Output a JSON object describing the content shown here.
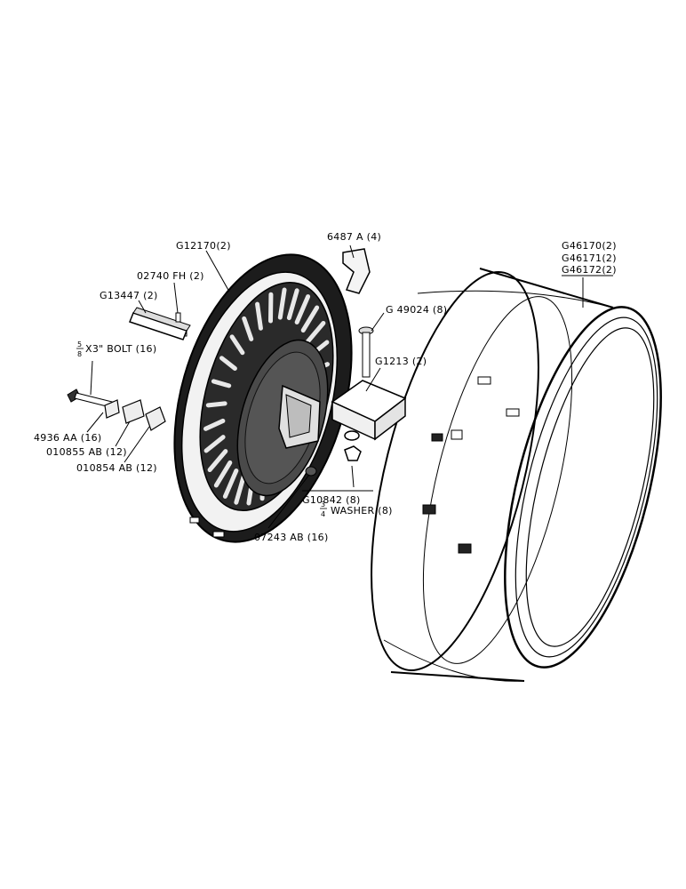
{
  "parts": {
    "wheel_center": "G12170(2)",
    "key": "02740 FH (2)",
    "key_bar": "G13447 (2)",
    "bolt_prefix": "X3\" BOLT (16)",
    "bolt_frac_num": "5",
    "bolt_frac_den": "8",
    "nut_4936": "4936 AA (16)",
    "plate_010855": "010855 AB (12)",
    "plate_010854": "010854 AB (12)",
    "clip_6487": "6487 A (4)",
    "bolt_g49024": "G 49024 (8)",
    "block_g1213": "G1213 (2)",
    "nut_g10842": "G10842 (8)",
    "washer_suffix": "WASHER (8)",
    "washer_frac_num": "3",
    "washer_frac_den": "4",
    "nut_07243": "07243 AB (16)",
    "rim_1": "G46170(2)",
    "rim_2": "G46171(2)",
    "rim_3": "G46172(2)"
  }
}
